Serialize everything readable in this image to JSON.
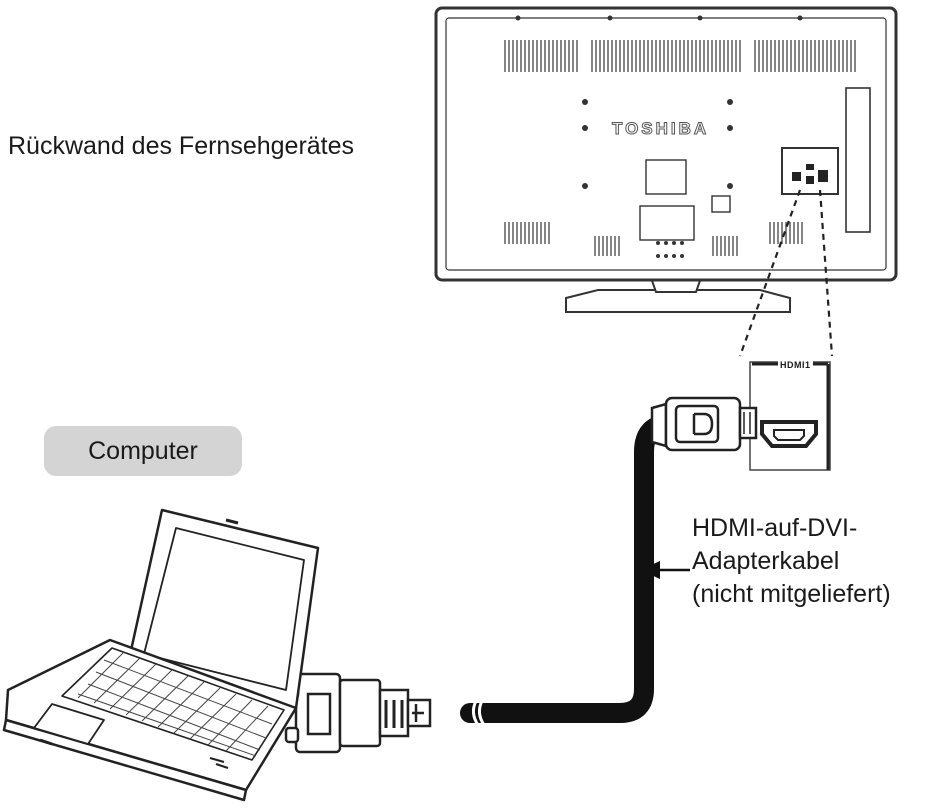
{
  "labels": {
    "tv_back": "Rückwand des Fernsehgerätes",
    "computer": "Computer",
    "cable_line1": "HDMI-auf-DVI-",
    "cable_line2": "Adapterkabel",
    "cable_line3": "(nicht mitgeliefert)",
    "port": "HDMI1",
    "tv_brand": "TOSHIBA"
  },
  "colors": {
    "cable": "#111111",
    "badge": "#d4d4d4",
    "outline": "#333333"
  },
  "icons": [
    "tv-rear-icon",
    "laptop-icon",
    "hdmi-plug-icon",
    "dvi-plug-icon",
    "hdmi-port-icon",
    "arrow-left-icon"
  ]
}
